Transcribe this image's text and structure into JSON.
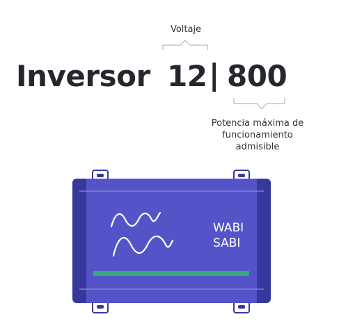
{
  "headline": {
    "title": "Inversor",
    "voltage": "12",
    "separator": "|",
    "power": "800"
  },
  "annotations": {
    "voltage": "Voltaje",
    "power": [
      "Potencia máxima de",
      "funcionamiento",
      "admisible"
    ]
  },
  "device": {
    "brand_line1": "WABI",
    "brand_line2": "SABI"
  },
  "colors": {
    "body": "#5454c8",
    "side_panels": "#38389c",
    "accent_stripe": "#3aa87a",
    "text_dark": "#26262e",
    "bracket": "#b8b8bc"
  },
  "icons": [
    "sine-wave-icon",
    "sine-wave-icon"
  ]
}
